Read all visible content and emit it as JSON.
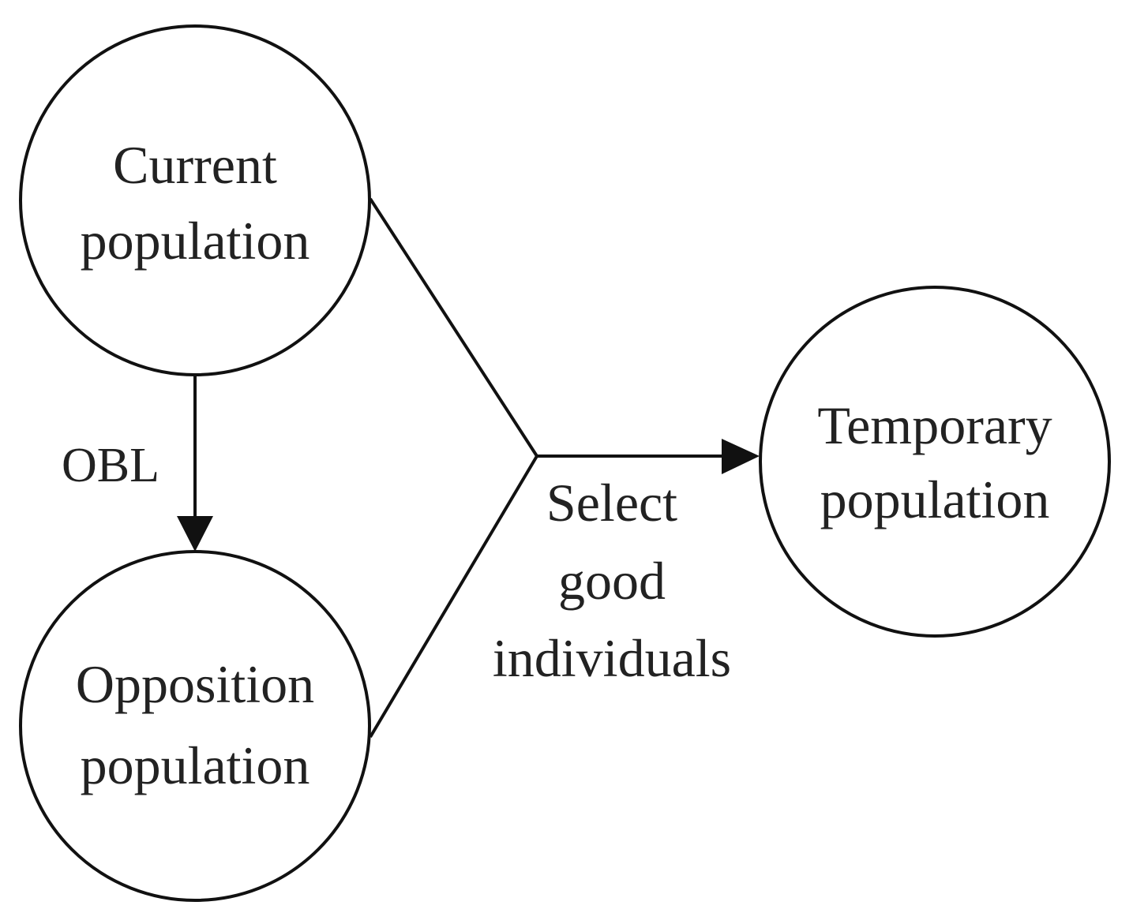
{
  "diagram": {
    "nodes": {
      "current": {
        "line1": "Current",
        "line2": "population"
      },
      "opposition": {
        "line1": "Opposition",
        "line2": "population"
      },
      "temporary": {
        "line1": "Temporary",
        "line2": "population"
      }
    },
    "edges": {
      "obl": {
        "label": "OBL"
      },
      "select": {
        "line1": "Select",
        "line2": "good",
        "line3": "individuals"
      }
    }
  }
}
